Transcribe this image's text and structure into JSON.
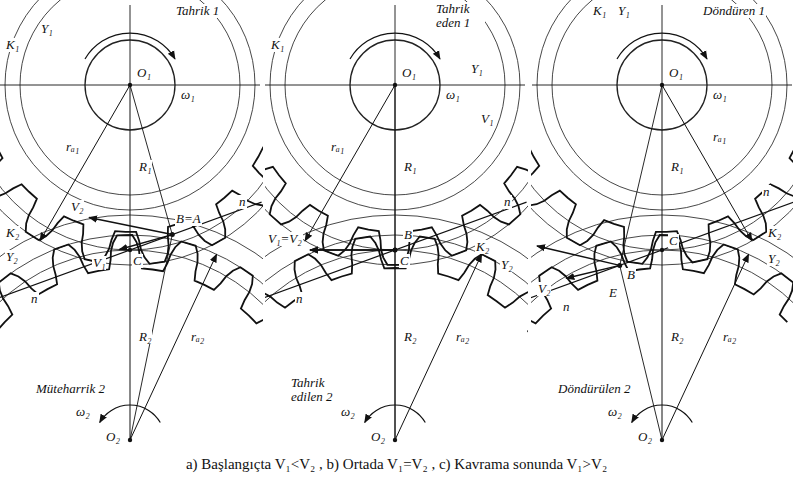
{
  "diagram": {
    "caption": "a) Başlangıçta V₁<V₂ , b) Ortada V₁=V₂ , c) Kavrama sonunda V₁>V₂",
    "labels": [
      "Tahrik 1",
      "K₁",
      "Y₁",
      "O₁",
      "ω₁",
      "rₐ₁",
      "R₁",
      "V₂",
      "B=A",
      "C",
      "K₂",
      "n",
      "V₁",
      "n",
      "Y₂",
      "R₂",
      "rₐ₂",
      "Müteharrik 2",
      "ω₂",
      "O₂",
      "Tahrik eden 1",
      "K₁",
      "Y₁",
      "O₁",
      "ω₁",
      "rₐ₁",
      "R₁",
      "n",
      "V₁",
      "B",
      "C",
      "V₁=V₂",
      "K₂",
      "n",
      "Y₂",
      "R₂",
      "rₐ₂",
      "Tahrik edilen 2",
      "ω₂",
      "O₂",
      "Döndüren 1",
      "K₁",
      "Y₁",
      "O₁",
      "ω₁",
      "rₐ₁",
      "R₁",
      "n",
      "C",
      "K₂",
      "V₂",
      "B",
      "E",
      "n",
      "R₂",
      "Y₂",
      "rₐ₂",
      "Döndürülen 2",
      "ω₂",
      "O₂"
    ]
  }
}
